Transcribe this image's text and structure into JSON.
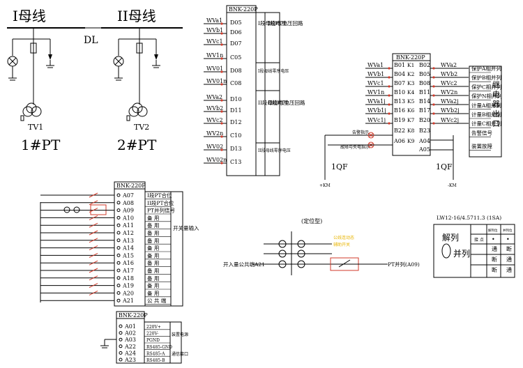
{
  "busbar": {
    "bus1": "I母线",
    "bus2": "II母线",
    "dl": "DL",
    "tv1": "TV1",
    "tv2": "TV2",
    "pt1": "1#PT",
    "pt2": "2#PT"
  },
  "d_block": {
    "title": "BNK-220P",
    "terminals": [
      "D05",
      "D06",
      "D07",
      "C05",
      "D08",
      "C08",
      "D10",
      "D11",
      "D12",
      "C10",
      "D13",
      "C13"
    ],
    "wires": [
      "WVa1",
      "WVb1",
      "WVc1",
      "WV1n",
      "WV01",
      "WV01n",
      "WVa2",
      "WVb2",
      "WVc2",
      "WV2n",
      "WV02",
      "WV02n"
    ],
    "notes": [
      "I段母线电压",
      "I段PT电压回路",
      "I段母线零序电压",
      "",
      "II段母线电压",
      "II段PT电压回路",
      "II段母线零序电压",
      ""
    ]
  },
  "b_block": {
    "title": "BNK-220P",
    "left": [
      "B01",
      "B04",
      "B07",
      "B10",
      "B13",
      "B16",
      "B19",
      "B22",
      "A06"
    ],
    "mid": [
      "K1",
      "K2",
      "K3",
      "K4",
      "K5",
      "K6",
      "K7",
      "K8",
      "K9"
    ],
    "right": [
      "B02",
      "B05",
      "B08",
      "B11",
      "B14",
      "B17",
      "B20",
      "B23",
      "A04",
      "A05"
    ],
    "wires_left": [
      "WVa1",
      "WVb1",
      "WVc1",
      "WV1n",
      "WVa1j",
      "WVb1j",
      "WVc1j"
    ],
    "wires_right": [
      "WVa2",
      "WVb2",
      "WVc2",
      "WV2n",
      "WVa2j",
      "WVb2j",
      "WVc2j"
    ],
    "outputs": [
      "保护A相并列",
      "保护B相并列",
      "保护C相并列",
      "保护N相并列",
      "计量A相并列",
      "计量B相并列",
      "计量C相并列",
      "告警信号",
      "装置故障"
    ],
    "relay_label": [
      "继",
      "电",
      "器",
      "出",
      "口"
    ],
    "alarm_label": "告警指示",
    "fault_label": "故障与失电指示",
    "qf_left": "1QF",
    "qf_right": "1QF",
    "km_plus": "+KM",
    "km_minus": "-KM"
  },
  "a_block": {
    "title": "BNK-220P",
    "terminals": [
      "A07",
      "A08",
      "A09",
      "A10",
      "A11",
      "A12",
      "A13",
      "A14",
      "A15",
      "A16",
      "A17",
      "A18",
      "A19",
      "A20",
      "A21"
    ],
    "labels": [
      "I段PT合位",
      "II段PT合位",
      "PT并列信号",
      "备 用",
      "备 用",
      "备 用",
      "备 用",
      "备 用",
      "备 用",
      "备 用",
      "备 用",
      "备 用",
      "备 用",
      "备 用",
      "公 共 端"
    ],
    "side_label": "开关量输入"
  },
  "p_block": {
    "title": "BNK-220P",
    "terminals": [
      "A01",
      "A02",
      "A03",
      "A22",
      "A24",
      "A23"
    ],
    "labels": [
      "220V+",
      "220V-",
      "PGND",
      "RS485-GND",
      "RS485-A",
      "RS485-B"
    ],
    "device_power": "装置电源",
    "comm_port": "通信接口"
  },
  "interlock": {
    "type": "(定位型)",
    "input_label": "开入量公共端A21",
    "contact_note": [
      "公线连动态",
      "辅助开关"
    ],
    "output_label": "PT并列(A09)"
  },
  "switch_table": {
    "model": "LW12-16/4.5711.3 (1SA)",
    "col_headers": [
      "解列位",
      "并列位"
    ],
    "contact_header": "接 点",
    "left_labels": [
      "解列",
      "并列"
    ],
    "rows": [
      [
        "",
        "•",
        "•"
      ],
      [
        "",
        "通",
        "断"
      ],
      [
        "",
        "断",
        "通"
      ],
      [
        "",
        "断",
        "通"
      ]
    ]
  },
  "colors": {
    "line": "#000000",
    "accent": "#d23a2a",
    "note": "#e8b400"
  }
}
